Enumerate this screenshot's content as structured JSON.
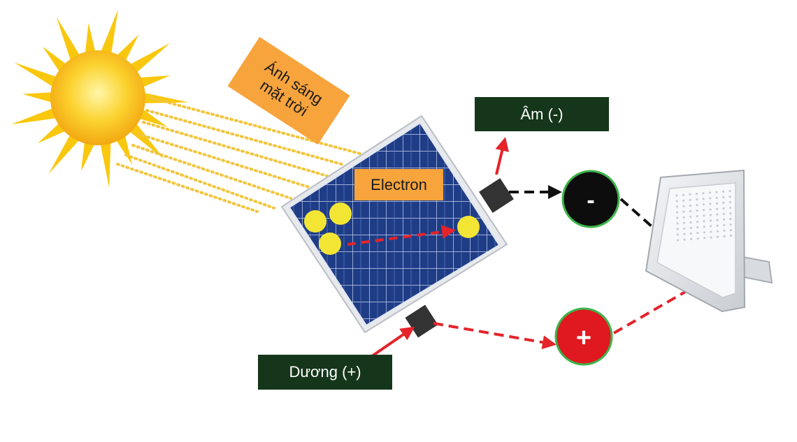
{
  "labels": {
    "sunlight_line1": "Ánh sáng",
    "sunlight_line2": "mặt trời",
    "electron": "Electron",
    "negative": "Âm (-)",
    "positive": "Dương (+)",
    "negative_symbol": "-",
    "positive_symbol": "+"
  },
  "colors": {
    "sun": "#f9c80e",
    "ray": "#f2c53d",
    "label_orange": "#f7a43d",
    "label_dark_green": "#15361a",
    "panel_blue": "#1f3d86",
    "electron_yellow": "#f3e534",
    "wire_red": "#e4232a",
    "wire_black": "#111111",
    "negative_terminal": "#0d0d0d",
    "positive_terminal": "#e01820",
    "terminal_ring": "#3db54a"
  },
  "icons": {
    "sun": "sun-icon",
    "panel": "solar-panel-icon",
    "lamp": "floodlight-icon"
  }
}
